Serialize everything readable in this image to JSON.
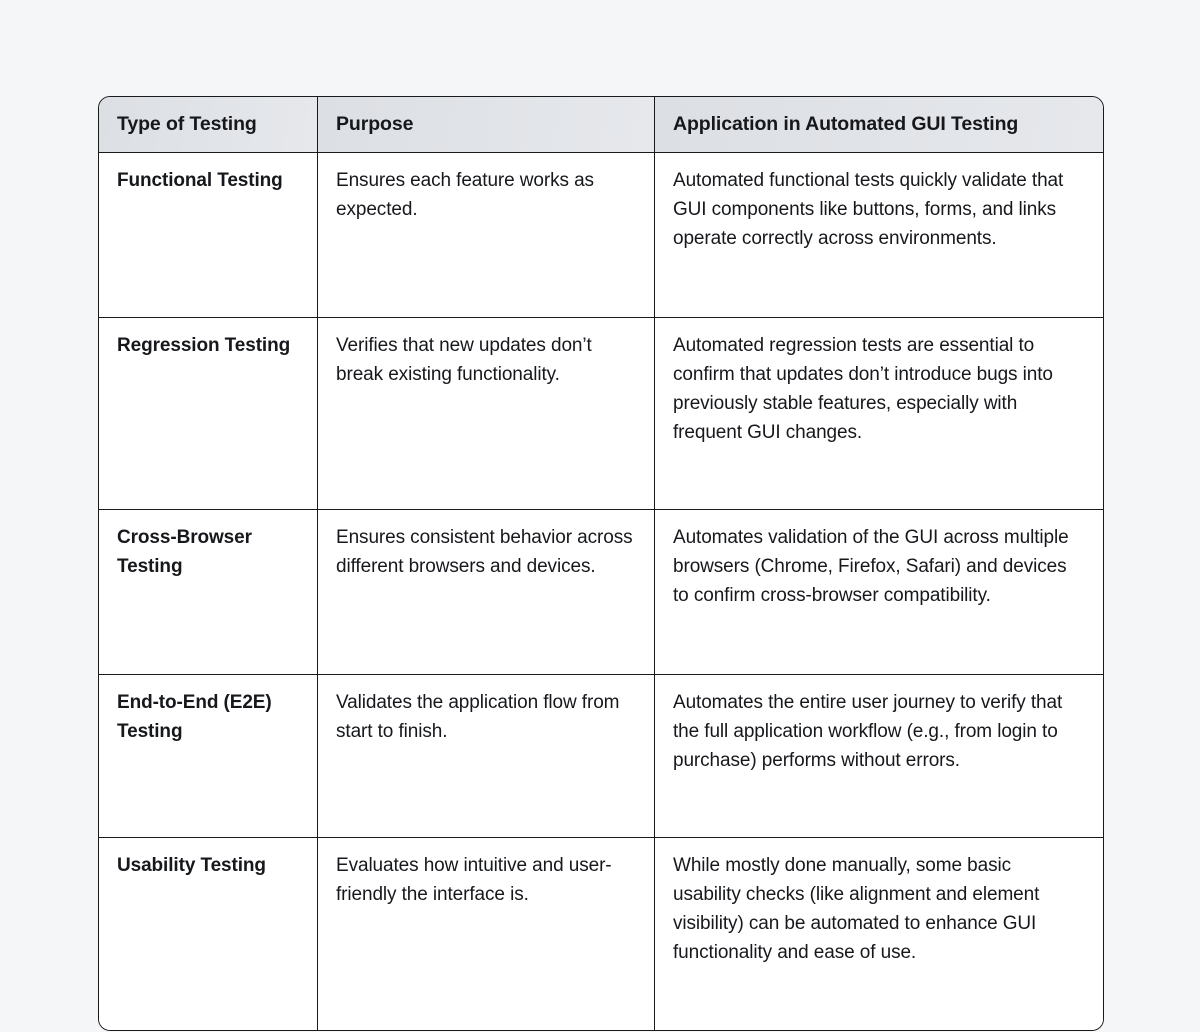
{
  "page": {
    "background_color": "#f5f6f8",
    "text_color": "#16181c",
    "border_color": "#1a1a1a",
    "header_background_color": "#e1e4e8"
  },
  "table": {
    "columns": [
      {
        "key": "type",
        "label": "Type of Testing"
      },
      {
        "key": "purpose",
        "label": "Purpose"
      },
      {
        "key": "application",
        "label": "Application in Automated GUI Testing"
      }
    ],
    "rows": [
      {
        "type": "Functional Testing",
        "purpose": "Ensures each feature works as expected.",
        "application": "Automated functional tests quickly validate that GUI components like buttons, forms, and links operate correctly across environments."
      },
      {
        "type": "Regression Testing",
        "purpose": "Verifies that new updates don’t break existing functionality.",
        "application": "Automated regression tests are essential to confirm that updates don’t introduce bugs into previously stable features, especially with frequent GUI changes."
      },
      {
        "type": "Cross-Browser Testing",
        "purpose": "Ensures consistent behavior across different browsers and devices.",
        "application": "Automates validation of the GUI across multiple browsers (Chrome, Firefox, Safari) and devices to confirm cross-browser compatibility."
      },
      {
        "type": "End-to-End (E2E) Testing",
        "purpose": "Validates the application flow from start to finish.",
        "application": "Automates the entire user journey to verify that the full application workflow (e.g., from login to purchase) performs without errors."
      },
      {
        "type": "Usability Testing",
        "purpose": "Evaluates how intuitive and user-friendly the interface is.",
        "application": "While mostly done manually, some basic usability checks (like alignment and element visibility) can be automated to enhance GUI functionality and ease of use."
      }
    ]
  }
}
